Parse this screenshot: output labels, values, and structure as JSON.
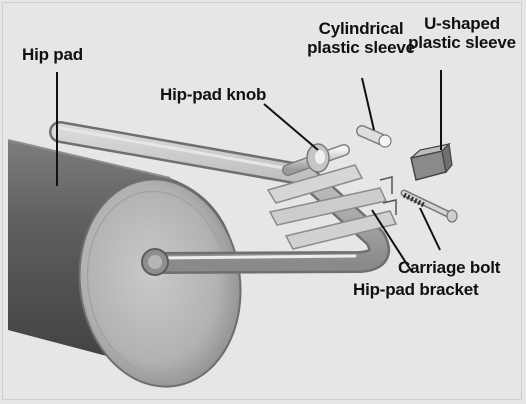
{
  "diagram": {
    "labels": {
      "hip_pad": "Hip pad",
      "hip_pad_knob": "Hip-pad knob",
      "cylindrical_sleeve_line1": "Cylindrical",
      "cylindrical_sleeve_line2": "plastic sleeve",
      "u_shaped_sleeve_line1": "U-shaped",
      "u_shaped_sleeve_line2": "plastic sleeve",
      "carriage_bolt": "Carriage bolt",
      "hip_pad_bracket": "Hip-pad bracket"
    }
  }
}
